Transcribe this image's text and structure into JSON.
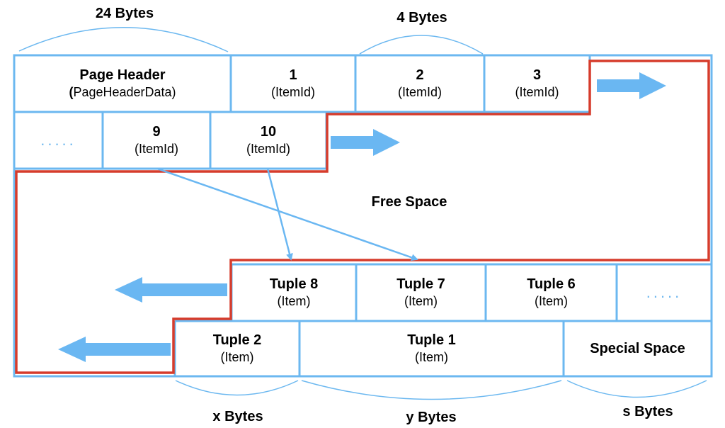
{
  "colors": {
    "box_border": "#6cb8f0",
    "arrow": "#6ab7f2",
    "free_space_outline": "#d63c2c",
    "text": "#000000"
  },
  "size_labels": {
    "header": "24 Bytes",
    "itemid": "4 Bytes",
    "x": "x Bytes",
    "y": "y Bytes",
    "s": "s Bytes"
  },
  "row1": {
    "header_title": "Page Header",
    "header_paren": "(",
    "header_sub": "PageHeaderData)",
    "items": [
      {
        "num": "1",
        "sub": "(ItemId)"
      },
      {
        "num": "2",
        "sub": "(ItemId)"
      },
      {
        "num": "3",
        "sub": "(ItemId)"
      }
    ]
  },
  "row2": {
    "dots": ".....",
    "items": [
      {
        "num": "9",
        "sub": "(ItemId)"
      },
      {
        "num": "10",
        "sub": "(ItemId)"
      }
    ]
  },
  "free_space": "Free Space",
  "row3": {
    "tuples": [
      {
        "name": "Tuple 8",
        "sub": "(Item)"
      },
      {
        "name": "Tuple 7",
        "sub": "(Item)"
      },
      {
        "name": "Tuple 6",
        "sub": "(Item)"
      }
    ],
    "dots": "....."
  },
  "row4": {
    "tuples": [
      {
        "name": "Tuple 2",
        "sub": "(Item)"
      },
      {
        "name": "Tuple 1",
        "sub": "(Item)"
      }
    ],
    "special": "Special Space"
  }
}
